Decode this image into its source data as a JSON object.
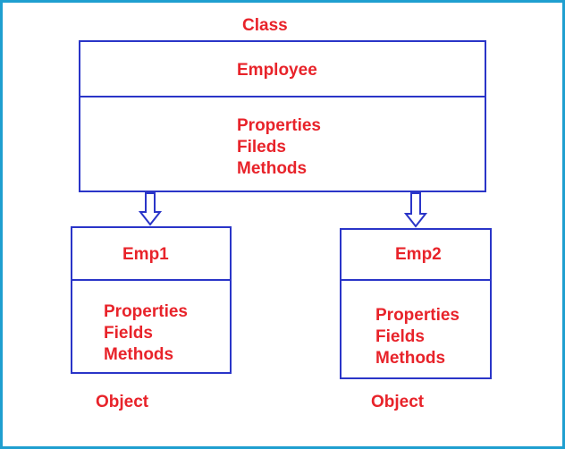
{
  "class_caption": "Class",
  "class_box": {
    "name": "Employee",
    "members": [
      "Properties",
      "Fileds",
      "Methods"
    ]
  },
  "objects": [
    {
      "name": "Emp1",
      "members": [
        "Properties",
        "Fields",
        "Methods"
      ],
      "caption": "Object"
    },
    {
      "name": "Emp2",
      "members": [
        "Properties",
        "Fields",
        "Methods"
      ],
      "caption": "Object"
    }
  ],
  "colors": {
    "text": "#e8232a",
    "box_border": "#2a35c8",
    "frame_border": "#1f9fd0"
  }
}
